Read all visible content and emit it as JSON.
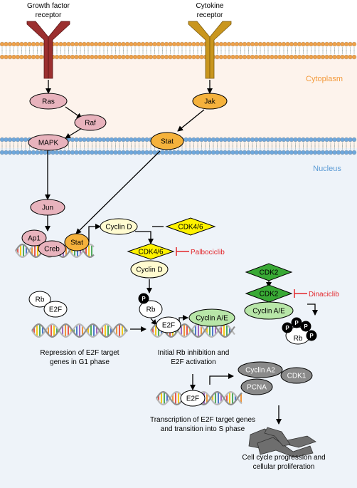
{
  "receptors": {
    "growth": [
      "Growth factor",
      "receptor"
    ],
    "cytokine": [
      "Cytokine",
      "receptor"
    ]
  },
  "compartments": {
    "cytoplasm": "Cytoplasm",
    "nucleus": "Nucleus"
  },
  "nodes": {
    "ras": "Ras",
    "raf": "Raf",
    "mapk": "MAPK",
    "jak": "Jak",
    "stat": "Stat",
    "jun": "Jun",
    "ap1": "Ap1",
    "creb": "Creb",
    "stat_tf": "Stat",
    "cyclin_d": "Cyclin D",
    "cdk46": "CDK4/6",
    "cdk46_complex": "CDK4/6",
    "cyclin_d_complex": "Cyclin D",
    "cdk2": "CDK2",
    "cdk2_complex": "CDK2",
    "cyclin_ae_complex": "Cyclin A/E",
    "rb_p": "Rb",
    "p": "P",
    "e2f_mid": "E2F",
    "cyclin_ae_mid": "Cyclin A/E",
    "rb_left": "Rb",
    "e2f_left": "E2F",
    "rb_pp": "Rb",
    "e2f_bottom": "E2F",
    "cyclin_a2": "Cyclin A2",
    "cdk1": "CDK1",
    "pcna": "PCNA"
  },
  "drugs": {
    "palbociclib": "Palbociclib",
    "dinaciclib": "Dinaciclib"
  },
  "captions": {
    "repression": [
      "Repression of E2F target",
      "genes in G1 phase"
    ],
    "initial": [
      "Initial Rb inhibition and",
      "E2F activation"
    ],
    "transcription": [
      "Transcription of E2F target genes",
      "and transition into S phase"
    ],
    "progression": [
      "Cell cycle progression and",
      "cellular proliferation"
    ]
  },
  "colors": {
    "cytoplasm_bg": "#fdf3ec",
    "nucleus_bg": "#eef3f9",
    "membrane_outer": "#f0a24a",
    "membrane_nuclear": "#6ea7dc",
    "growth_receptor": "#9b2f2f",
    "cytokine_receptor": "#c9961e",
    "pink": "#e8b3bd",
    "orange": "#f5b23c",
    "cream": "#fffbd0",
    "yellow": "#fff200",
    "green_light": "#b8e6a8",
    "green_dark": "#39a935",
    "gray": "#8a8a8a",
    "inhibit": "#e3262b",
    "label_orange": "#f39a3b",
    "label_blue": "#5b9bd5"
  }
}
